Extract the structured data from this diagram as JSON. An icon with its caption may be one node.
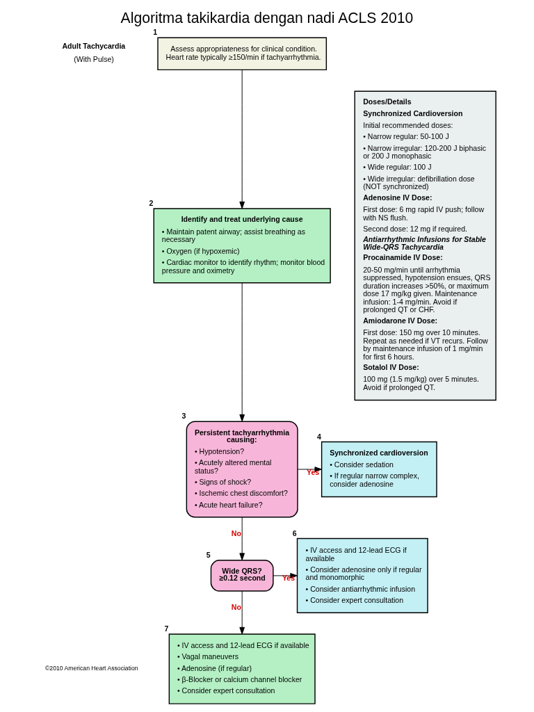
{
  "diagram": {
    "title": "Algoritma takikardia dengan nadi ACLS 2010",
    "nodes": [
      {
        "text": [
          "Assess appropriateness for clinical condition. Heart rate typically ≥150/min if tachyarrhythmia."
        ],
        "beside": [
          "1"
        ]
      },
      {
        "text": [
          "Identify and treat underlying cause",
          "• Maintain patent airway; assist breathing as necessary",
          "• Oxygen (if hypoxemic)",
          "• Cardiac monitor to identify rhythm; monitor blood pressure and oximetry"
        ],
        "beside": [
          "2"
        ]
      },
      {
        "text": [
          "Persistent tachyarrhythmia causing:",
          "• Hypotension?",
          "• Acutely altered mental status?",
          "• Signs of shock?",
          "• Ischemic chest discomfort?",
          "• Acute heart failure?"
        ],
        "beside": [
          "3"
        ]
      },
      {
        "text": [
          "Synchronized cardioversion",
          "• Consider sedation",
          "• If regular narrow complex, consider adenosine"
        ],
        "beside": [
          "4"
        ]
      },
      {
        "text": [
          "Wide QRS? ≥0.12 second"
        ],
        "beside": [
          "5"
        ]
      },
      {
        "text": [
          "• IV access and 12-lead ECG if available",
          "• Consider adenosine only if regular and monomorphic",
          "• Consider antiarrhythmic infusion",
          "• Consider expert consultation"
        ],
        "beside": [
          "6"
        ]
      },
      {
        "text": [
          "• IV access and 12-lead ECG if available",
          "• Vagal maneuvers",
          "• Adenosine (if regular)",
          "• β-Blocker or calcium channel blocker",
          "• Consider expert consultation"
        ],
        "beside": [
          "7"
        ]
      },
      {
        "text": [
          "Doses/Details",
          "Synchronized Cardioversion",
          "Initial recommended doses:",
          "• Narrow regular: 50-100 J",
          "• Narrow irregular: 120-200 J biphasic or 200 J monophasic",
          "• Wide regular: 100 J",
          "• Wide irregular: defibrillation dose (NOT synchronized)",
          "Adenosine IV Dose:",
          "First dose: 6 mg rapid IV push; follow with NS flush.",
          "Second dose: 12 mg if required.",
          "Antiarrhythmic Infusions for Stable Wide-QRS Tachycardia",
          "Procainamide IV Dose:",
          "20-50 mg/min until arrhythmia suppressed, hypotension ensues, QRS duration increases >50%, or maximum dose 17 mg/kg given. Maintenance infusion: 1-4 mg/min. Avoid if prolonged QT or CHF.",
          "Amiodarone IV Dose:",
          "First dose: 150 mg over 10 minutes. Repeat as needed if VT recurs. Follow by maintenance infusion of 1 mg/min for first 6 hours.",
          "Sotalol IV Dose:",
          "100 mg (1.5 mg/kg) over 5 minutes. Avoid if prolonged QT."
        ]
      }
    ],
    "edges": [
      {
        "from": 0,
        "to": 1,
        "arrow": "to"
      },
      {
        "from": 1,
        "to": 2,
        "arrow": "to"
      },
      {
        "from": 2,
        "to": 3,
        "arrow": "to",
        "label": "Yes"
      },
      {
        "from": 2,
        "to": 4,
        "arrow": "to",
        "label": "No"
      },
      {
        "from": 4,
        "to": 5,
        "arrow": "to",
        "label": "Yes"
      },
      {
        "from": 4,
        "to": 6,
        "arrow": "to",
        "label": "No"
      }
    ],
    "labels": [
      "Adult Tachycardia",
      "(With Pulse)",
      "©2010 American Heart Association"
    ]
  }
}
